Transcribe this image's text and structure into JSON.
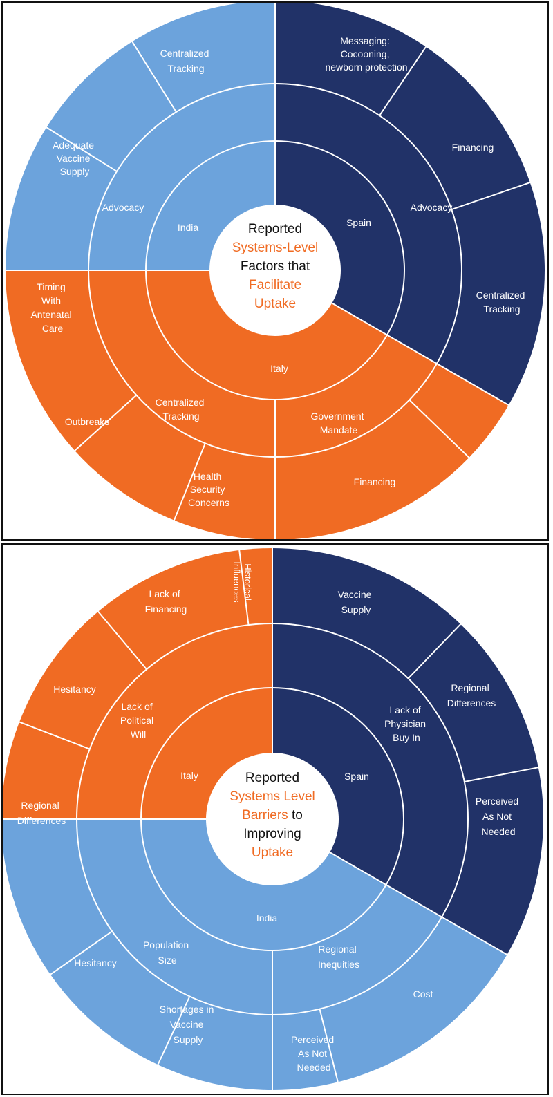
{
  "colors": {
    "dark": "#213268",
    "light": "#6ca3dc",
    "orange": "#f06b23",
    "white": "#ffffff",
    "black": "#111111"
  },
  "facilitators": {
    "center": {
      "line1": "Reported",
      "line2": "Systems-Level",
      "line3": "Factors that",
      "line4": "Facilitate",
      "line5": "Uptake"
    },
    "countries": {
      "india": "India",
      "spain": "Spain",
      "italy": "Italy"
    },
    "middle": {
      "india": "Advocacy",
      "spain": "Advocacy",
      "italy_left": [
        "Centralized",
        "Tracking"
      ],
      "italy_right": [
        "Government",
        "Mandate"
      ]
    },
    "outer": {
      "india_top": [
        "Centralized",
        "Tracking"
      ],
      "india_mid": [
        "Adequate",
        "Vaccine",
        "Supply"
      ],
      "india_low": [
        "Timing",
        "With",
        "Antenatal",
        "Care"
      ],
      "spain_top": [
        "Messaging:",
        "Cocooning,",
        "newborn protection"
      ],
      "spain_mid": "Financing",
      "spain_low": [
        "Centralized",
        "Tracking"
      ],
      "italy_a": "Outbreaks",
      "italy_b": [
        "Health",
        "Security",
        "Concerns"
      ],
      "italy_c": "Financing"
    }
  },
  "barriers": {
    "center": {
      "line1": "Reported",
      "line2": "Systems Level",
      "line3a": "Barriers",
      "line3b": " to",
      "line4": "Improving",
      "line5": "Uptake"
    },
    "countries": {
      "italy": "Italy",
      "spain": "Spain",
      "india": "India"
    },
    "middle": {
      "italy": [
        "Lack of",
        "Political",
        "Will"
      ],
      "spain": [
        "Lack of",
        "Physician",
        "Buy In"
      ],
      "india_left": [
        "Population",
        "Size"
      ],
      "india_right": [
        "Regional",
        "Inequities"
      ]
    },
    "outer": {
      "italy_hist": [
        "Historical",
        "Influences"
      ],
      "italy_fin": [
        "Lack of",
        "Financing"
      ],
      "italy_hes": "Hesitancy",
      "italy_reg": [
        "Regional",
        "Differences"
      ],
      "spain_sup": [
        "Vaccine",
        "Supply"
      ],
      "spain_reg": [
        "Regional",
        "Differences"
      ],
      "spain_pan": [
        "Perceived",
        "As Not",
        "Needed"
      ],
      "india_hes": "Hesitancy",
      "india_short": [
        "Shortages in",
        "Vaccine",
        "Supply"
      ],
      "india_pan": [
        "Perceived",
        "As Not",
        "Needed"
      ],
      "india_cost": "Cost"
    }
  }
}
